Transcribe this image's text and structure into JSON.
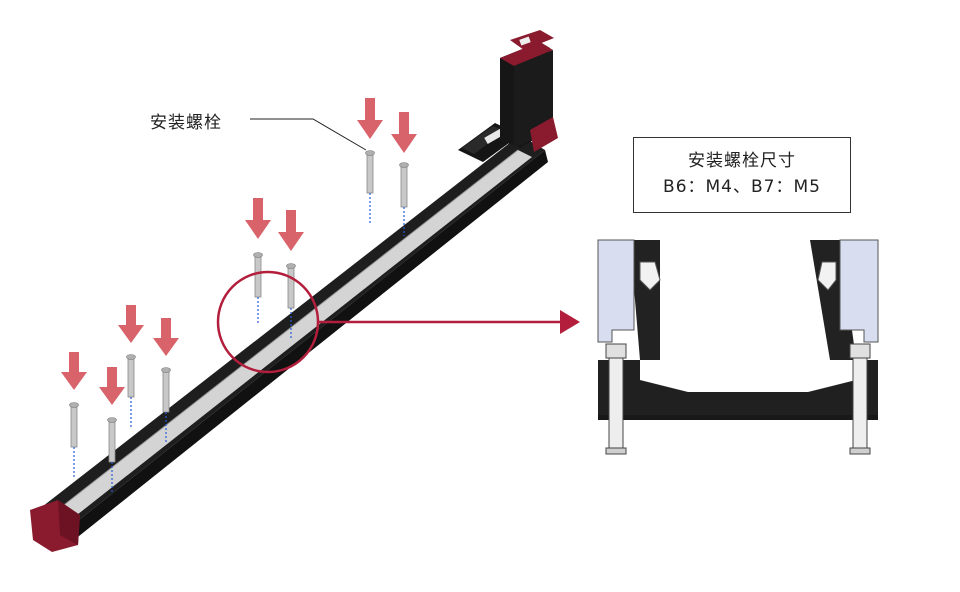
{
  "labels": {
    "mounting_bolt": "安装螺栓",
    "spec_title": "安装螺栓尺寸",
    "spec_value": "B6：M4、B7：M5"
  },
  "colors": {
    "arrow": "#d9636b",
    "accent": "#b21e3c",
    "end_cap": "#8a1a2e",
    "rail_body": "#1e1e1e",
    "rail_cover": "#d4d4d4",
    "bolt": "#c8c8c8",
    "section_dark": "#202020",
    "section_light": "#d8def0"
  },
  "icons": {
    "arrows": "arrow-down-icon",
    "bolts": "bolt-icon",
    "zoom": "magnifier-circle-icon"
  }
}
